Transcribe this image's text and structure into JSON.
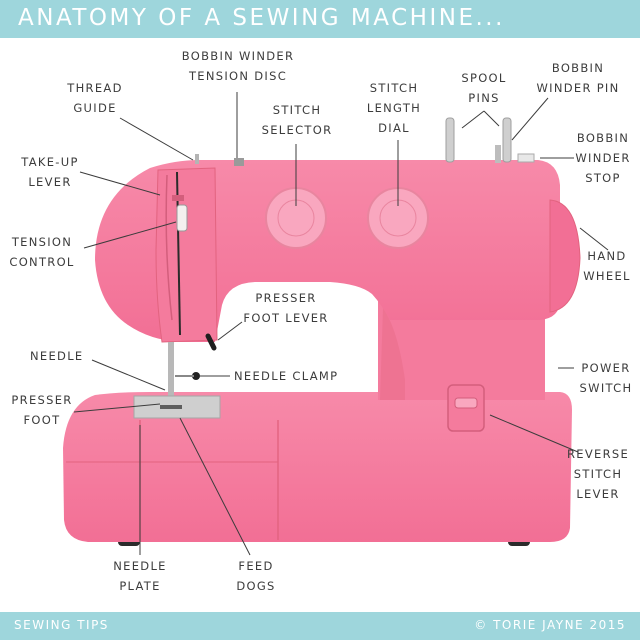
{
  "title": "ANATOMY OF A SEWING MACHINE...",
  "footer": {
    "left": "SEWING TIPS",
    "right": "© TORIE JAYNE 2015"
  },
  "colors": {
    "banner": "#9ed6dc",
    "machine_body": "#f57ea0",
    "machine_shadow": "#e2637f",
    "label_text": "#3c3c3c"
  },
  "labels": {
    "bobbin_winder_tension_disc": [
      "BOBBIN WINDER",
      "TENSION DISC"
    ],
    "thread_guide": [
      "THREAD",
      "GUIDE"
    ],
    "stitch_selector": [
      "STITCH",
      "SELECTOR"
    ],
    "stitch_length_dial": [
      "STITCH",
      "LENGTH",
      "DIAL"
    ],
    "spool_pins": [
      "SPOOL",
      "PINS"
    ],
    "bobbin_winder_pin": [
      "BOBBIN",
      "WINDER PIN"
    ],
    "bobbin_winder_stop": [
      "BOBBIN",
      "WINDER",
      "STOP"
    ],
    "take_up_lever": [
      "TAKE-UP",
      "LEVER"
    ],
    "tension_control": [
      "TENSION",
      "CONTROL"
    ],
    "hand_wheel": [
      "HAND",
      "WHEEL"
    ],
    "presser_foot_lever": [
      "PRESSER",
      "FOOT LEVER"
    ],
    "needle": [
      "NEEDLE"
    ],
    "needle_clamp": [
      "NEEDLE CLAMP"
    ],
    "power_switch": [
      "POWER",
      "SWITCH"
    ],
    "presser_foot": [
      "PRESSER",
      "FOOT"
    ],
    "reverse_stitch_lever": [
      "REVERSE",
      "STITCH",
      "LEVER"
    ],
    "needle_plate": [
      "NEEDLE",
      "PLATE"
    ],
    "feed_dogs": [
      "FEED",
      "DOGS"
    ]
  }
}
